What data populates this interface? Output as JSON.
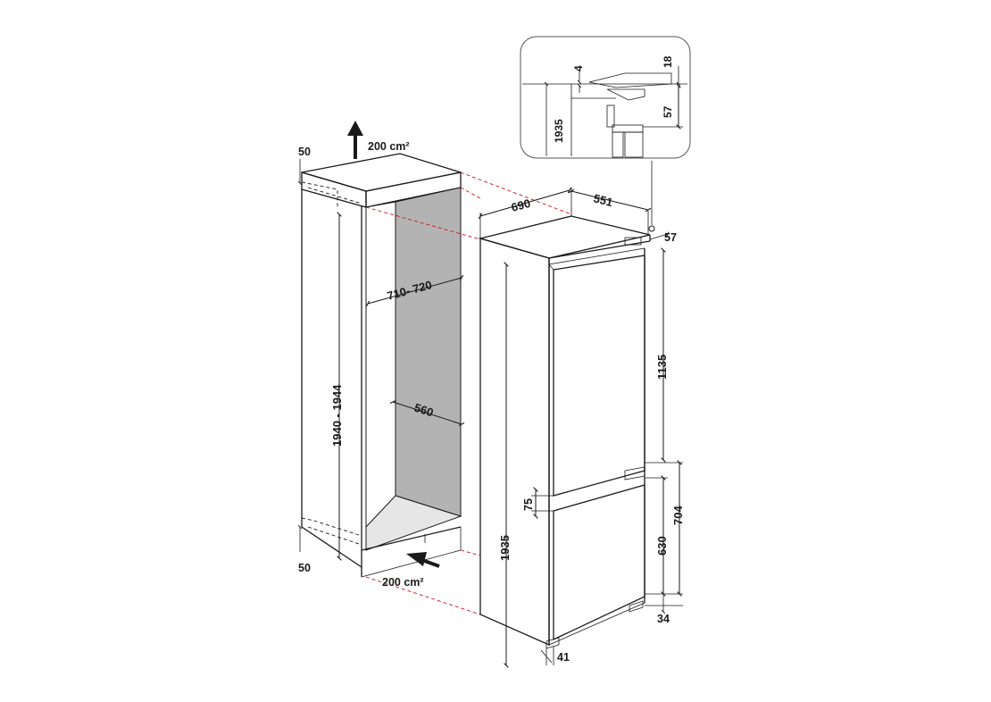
{
  "labels": {
    "top_vent_clearance": "50",
    "top_vent_area": "200 cm²",
    "bottom_vent_clearance": "50",
    "bottom_vent_area": "200 cm²",
    "niche_height": "1940 - 1944",
    "niche_width": "710- 720",
    "niche_depth": "560",
    "appliance_depth": "690",
    "appliance_width": "551",
    "top_offset": "57",
    "fridge_door_height": "1135",
    "door_gap": "75",
    "appliance_height": "1935",
    "freezer_section_height": "704",
    "freezer_door_height": "630",
    "plinth_right": "34",
    "plinth_left": "41",
    "detail_height": "1935",
    "detail_gap": "4",
    "detail_panel": "18",
    "detail_offset": "57"
  },
  "colors": {
    "line": "#1a1a1a",
    "niche_fill": "#b3b3b3",
    "shelf_fill": "#e6e6e6",
    "red_dash": "#c8141e"
  }
}
